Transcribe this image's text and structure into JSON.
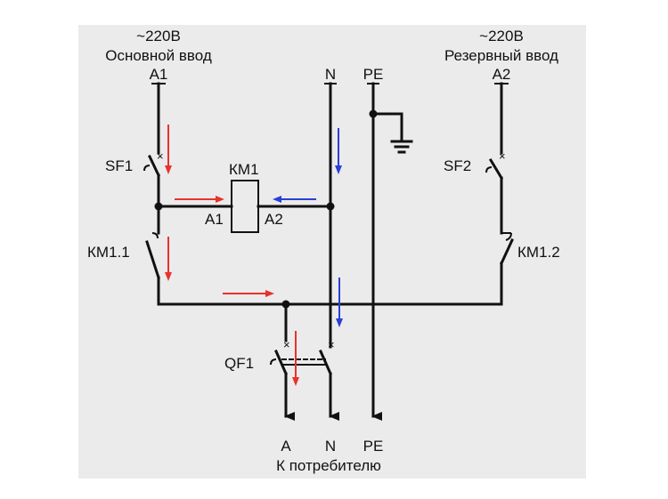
{
  "labels": {
    "main_voltage": "~220В",
    "main_input": "Основной ввод",
    "main_phase": "А1",
    "reserve_voltage": "~220В",
    "reserve_input": "Резервный ввод",
    "reserve_phase": "А2",
    "neutral": "N",
    "protective_earth": "PE",
    "sf1": "SF1",
    "sf2": "SF2",
    "km1": "КМ1",
    "coil_a1": "А1",
    "coil_a2": "А2",
    "km1_1": "КМ1.1",
    "km1_2": "КМ1.2",
    "qf1": "QF1",
    "out_a": "А",
    "out_n": "N",
    "out_pe": "PE",
    "consumer": "К потребителю"
  },
  "colors": {
    "wire": "#111111",
    "phase_flow_arrow": "#e8322a",
    "neutral_flow_arrow": "#2a3fd6",
    "background": "#ebebeb"
  }
}
